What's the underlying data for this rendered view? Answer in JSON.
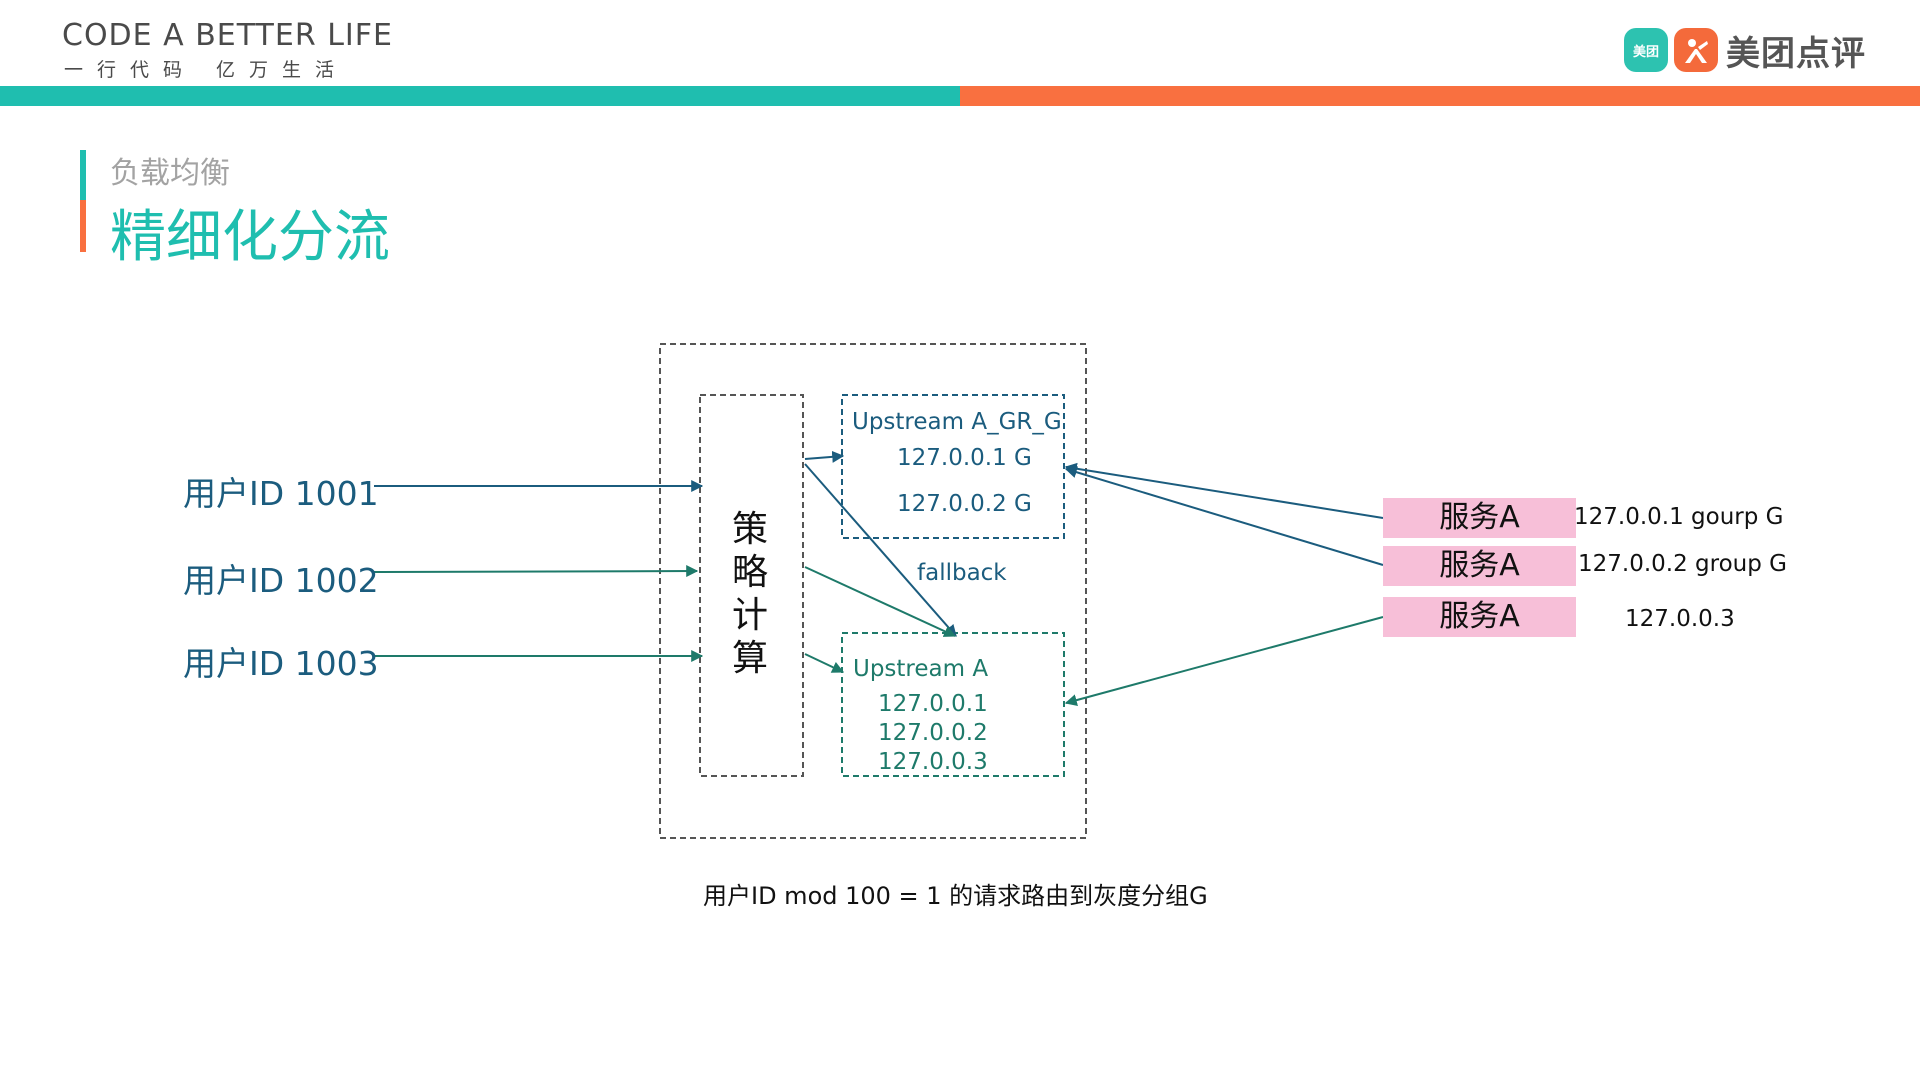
{
  "header": {
    "brand_en": "CODE A BETTER LIFE",
    "brand_cn": "一行代码 亿万生活",
    "logo_mt": "美团",
    "logo_text": "美团点评"
  },
  "slide": {
    "subtitle": "负载均衡",
    "title": "精细化分流"
  },
  "diagram": {
    "users": [
      "用户ID 1001",
      "用户ID 1002",
      "用户ID 1003"
    ],
    "strategy_chars": [
      "策",
      "略",
      "计",
      "算"
    ],
    "upstream_gray": {
      "name": "Upstream A_GR_G",
      "servers": [
        "127.0.0.1 G",
        "127.0.0.2 G"
      ]
    },
    "fallback": "fallback",
    "upstream_main": {
      "name": "Upstream A",
      "servers": [
        "127.0.0.1",
        "127.0.0.2",
        "127.0.0.3"
      ]
    },
    "services": [
      {
        "label": "服务A",
        "ip": "127.0.0.1 gourp G"
      },
      {
        "label": "服务A",
        "ip": "127.0.0.2 group G"
      },
      {
        "label": "服务A",
        "ip": "127.0.0.3"
      }
    ],
    "caption": "用户ID mod 100 = 1 的请求路由到灰度分组G"
  },
  "colors": {
    "teal": "#1fbeaf",
    "orange": "#f97040",
    "navy": "#1b5c7e",
    "pink": "#f7bfd8"
  }
}
